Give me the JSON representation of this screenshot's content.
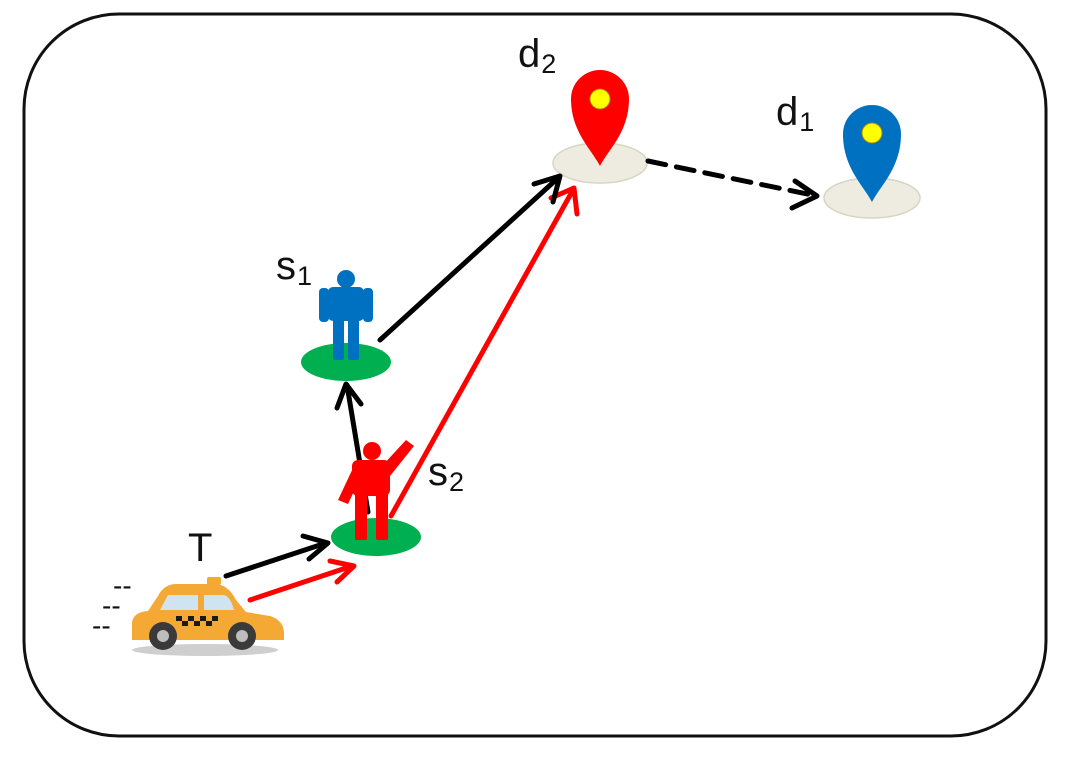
{
  "labels": {
    "taxi": "T",
    "s1": {
      "base": "s",
      "sub": "1"
    },
    "s2": {
      "base": "s",
      "sub": "2"
    },
    "d1": {
      "base": "d",
      "sub": "1"
    },
    "d2": {
      "base": "d",
      "sub": "2"
    }
  },
  "speed_marks": [
    "--",
    "--",
    "--"
  ],
  "colors": {
    "frame": "#111111",
    "route_a": "#000000",
    "route_b": "#ff0000",
    "passenger_s1": "#0070c0",
    "passenger_s2": "#ff0000",
    "pickup_spot": "#00b050",
    "dest_pin_d2": "#ff0000",
    "dest_pin_d1": "#0070c0",
    "pin_dot": "#ffff00",
    "dest_spot": "#eeece1",
    "taxi_body": "#f5a935",
    "taxi_checker": "#1a1a1a"
  },
  "icons": [
    "taxi-icon",
    "person-icon",
    "person-waving-icon",
    "map-pin-icon"
  ]
}
